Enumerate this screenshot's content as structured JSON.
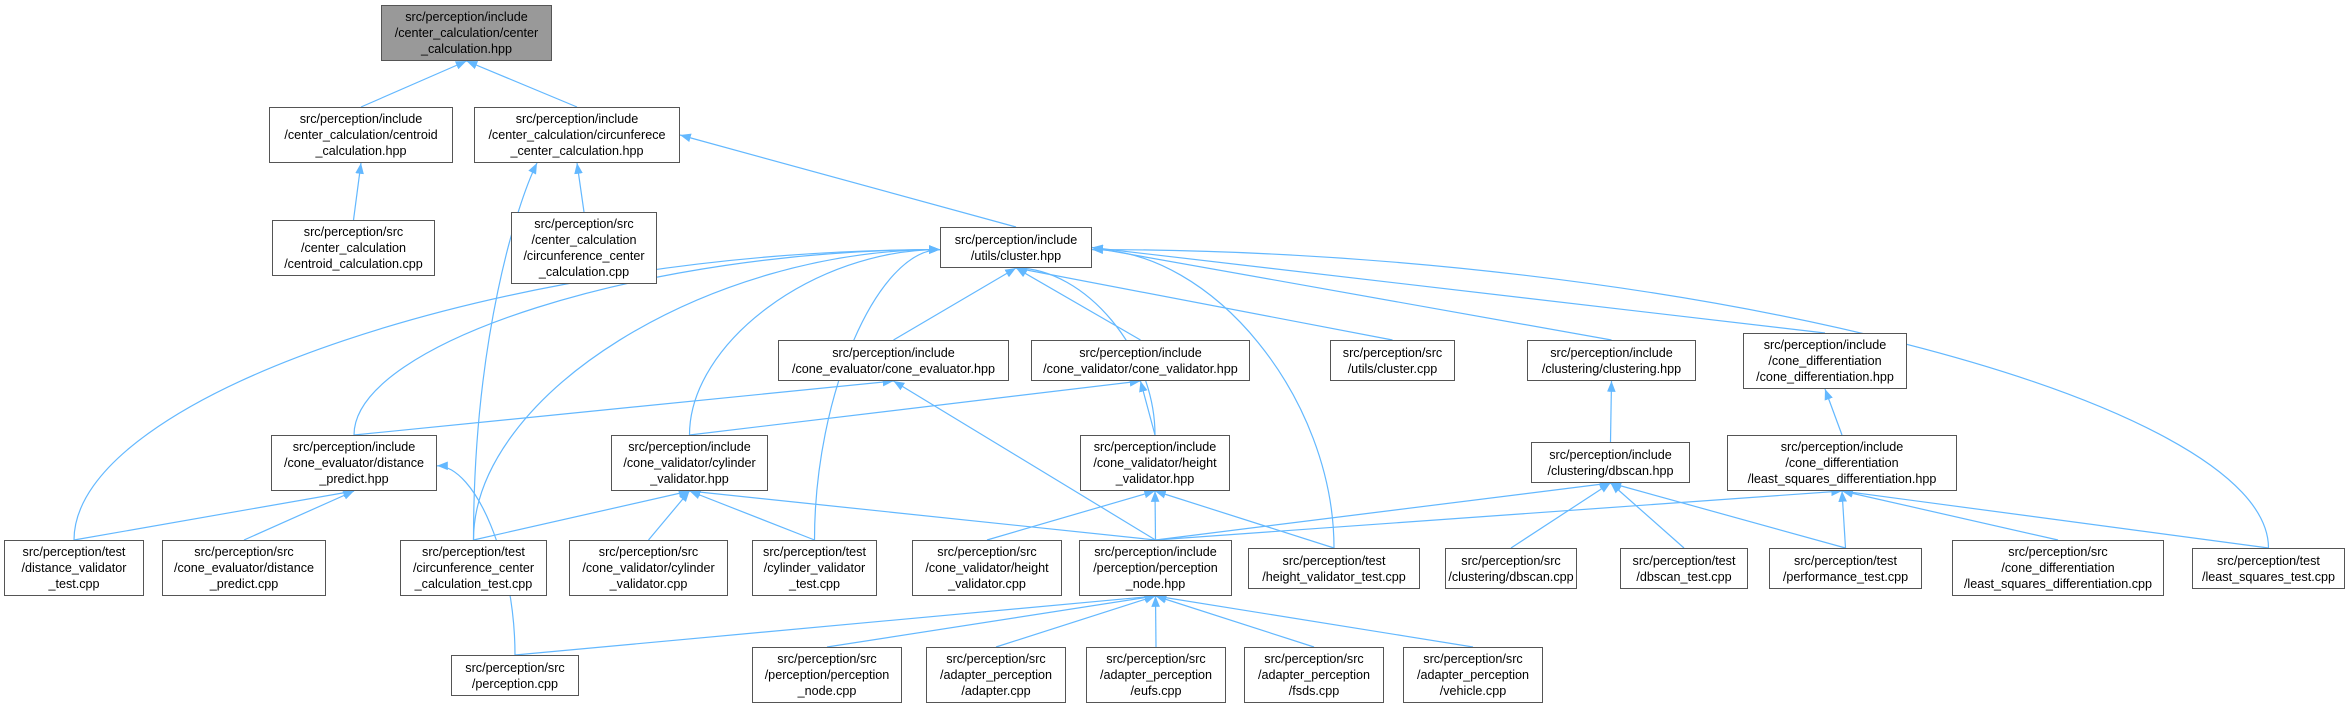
{
  "diagram": {
    "edge_color": "#63b8ff",
    "root_fill": "#999999",
    "node_fill": "#ffffff",
    "nodes": [
      {
        "id": "n1",
        "label": "src/perception/include\n/center_calculation/center\n_calculation.hpp"
      },
      {
        "id": "n2",
        "label": "src/perception/include\n/center_calculation/centroid\n_calculation.hpp"
      },
      {
        "id": "n3",
        "label": "src/perception/include\n/center_calculation/circunferece\n_center_calculation.hpp"
      },
      {
        "id": "n4",
        "label": "src/perception/src\n/center_calculation\n/centroid_calculation.cpp"
      },
      {
        "id": "n5",
        "label": "src/perception/src\n/center_calculation\n/circunference_center\n_calculation.cpp"
      },
      {
        "id": "n6",
        "label": "src/perception/include\n/utils/cluster.hpp"
      },
      {
        "id": "n7",
        "label": "src/perception/include\n/cone_evaluator/cone_evaluator.hpp"
      },
      {
        "id": "n8",
        "label": "src/perception/include\n/cone_validator/cone_validator.hpp"
      },
      {
        "id": "n9",
        "label": "src/perception/src\n/utils/cluster.cpp"
      },
      {
        "id": "n10",
        "label": "src/perception/include\n/clustering/clustering.hpp"
      },
      {
        "id": "n11",
        "label": "src/perception/include\n/cone_differentiation\n/cone_differentiation.hpp"
      },
      {
        "id": "n12",
        "label": "src/perception/include\n/cone_evaluator/distance\n_predict.hpp"
      },
      {
        "id": "n13",
        "label": "src/perception/include\n/cone_validator/cylinder\n_validator.hpp"
      },
      {
        "id": "n14",
        "label": "src/perception/include\n/cone_validator/height\n_validator.hpp"
      },
      {
        "id": "n15",
        "label": "src/perception/include\n/clustering/dbscan.hpp"
      },
      {
        "id": "n16",
        "label": "src/perception/include\n/cone_differentiation\n/least_squares_differentiation.hpp"
      },
      {
        "id": "n17",
        "label": "src/perception/test\n/distance_validator\n_test.cpp"
      },
      {
        "id": "n18",
        "label": "src/perception/src\n/cone_evaluator/distance\n_predict.cpp"
      },
      {
        "id": "n19",
        "label": "src/perception/test\n/circunference_center\n_calculation_test.cpp"
      },
      {
        "id": "n20",
        "label": "src/perception/src\n/cone_validator/cylinder\n_validator.cpp"
      },
      {
        "id": "n21",
        "label": "src/perception/test\n/cylinder_validator\n_test.cpp"
      },
      {
        "id": "n22",
        "label": "src/perception/src\n/cone_validator/height\n_validator.cpp"
      },
      {
        "id": "n23",
        "label": "src/perception/include\n/perception/perception\n_node.hpp"
      },
      {
        "id": "n24",
        "label": "src/perception/test\n/height_validator_test.cpp"
      },
      {
        "id": "n25",
        "label": "src/perception/src\n/clustering/dbscan.cpp"
      },
      {
        "id": "n26",
        "label": "src/perception/test\n/dbscan_test.cpp"
      },
      {
        "id": "n27",
        "label": "src/perception/test\n/performance_test.cpp"
      },
      {
        "id": "n28",
        "label": "src/perception/src\n/cone_differentiation\n/least_squares_differentiation.cpp"
      },
      {
        "id": "n29",
        "label": "src/perception/test\n/least_squares_test.cpp"
      },
      {
        "id": "n30",
        "label": "src/perception/src\n/perception.cpp"
      },
      {
        "id": "n31",
        "label": "src/perception/src\n/perception/perception\n_node.cpp"
      },
      {
        "id": "n32",
        "label": "src/perception/src\n/adapter_perception\n/adapter.cpp"
      },
      {
        "id": "n33",
        "label": "src/perception/src\n/adapter_perception\n/eufs.cpp"
      },
      {
        "id": "n34",
        "label": "src/perception/src\n/adapter_perception\n/fsds.cpp"
      },
      {
        "id": "n35",
        "label": "src/perception/src\n/adapter_perception\n/vehicle.cpp"
      }
    ]
  }
}
